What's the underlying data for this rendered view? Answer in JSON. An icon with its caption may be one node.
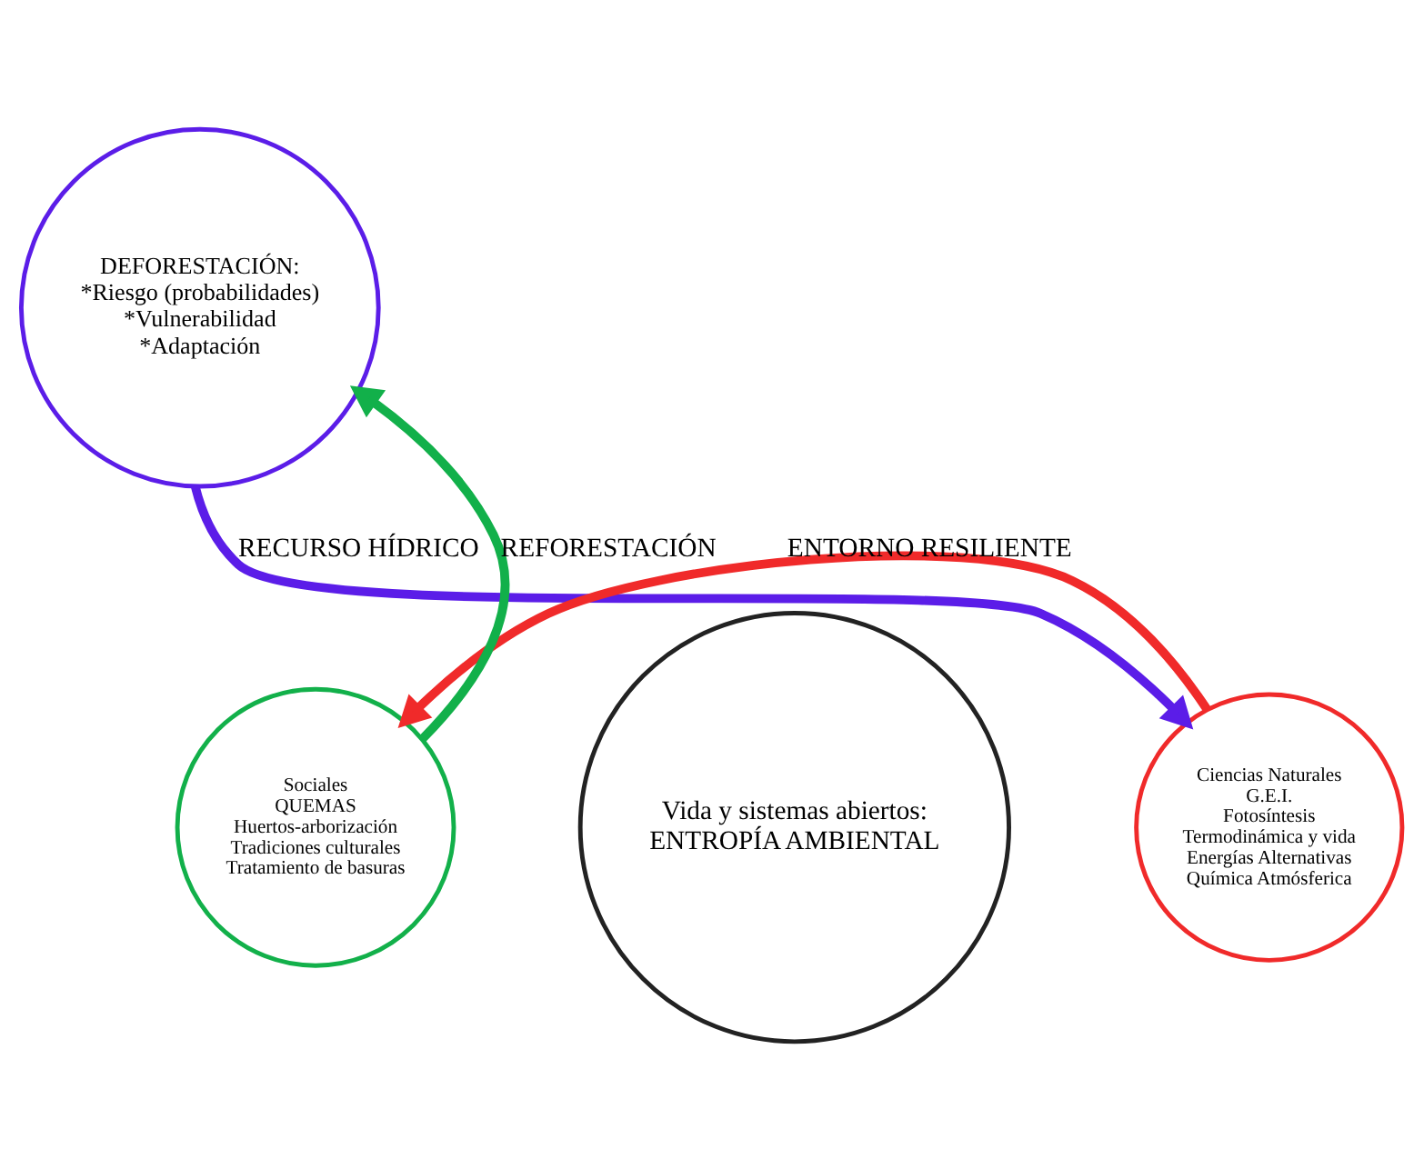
{
  "diagram": {
    "nodes": [
      {
        "text": [
          "DEFORESTACIÓN:",
          "*Riesgo (probabilidades)",
          "*Vulnerabilidad",
          "*Adaptación"
        ]
      },
      {
        "text": [
          "Ciencias Naturales",
          "G.E.I.",
          "Fotosíntesis",
          "Termodinámica y vida",
          "Energías Alternativas",
          "Química Atmósferica"
        ]
      },
      {
        "text": [
          "Sociales",
          "QUEMAS",
          "Huertos-arborización",
          "Tradiciones culturales",
          "Tratamiento de basuras"
        ]
      },
      {
        "text": [
          "Vida y sistemas abiertos:",
          "ENTROPÍA AMBIENTAL"
        ]
      }
    ],
    "edges": [
      {
        "from": 0,
        "to": 1,
        "arrow": "to",
        "label": "RECURSO HÍDRICO",
        "color": "#5b1de8"
      },
      {
        "from": 1,
        "to": 2,
        "arrow": "to",
        "label": "ENTORNO RESILIENTE",
        "color": "#f02a2a"
      },
      {
        "from": 2,
        "to": 0,
        "arrow": "to",
        "label": "REFORESTACIÓN",
        "color": "#12b04a"
      }
    ]
  }
}
